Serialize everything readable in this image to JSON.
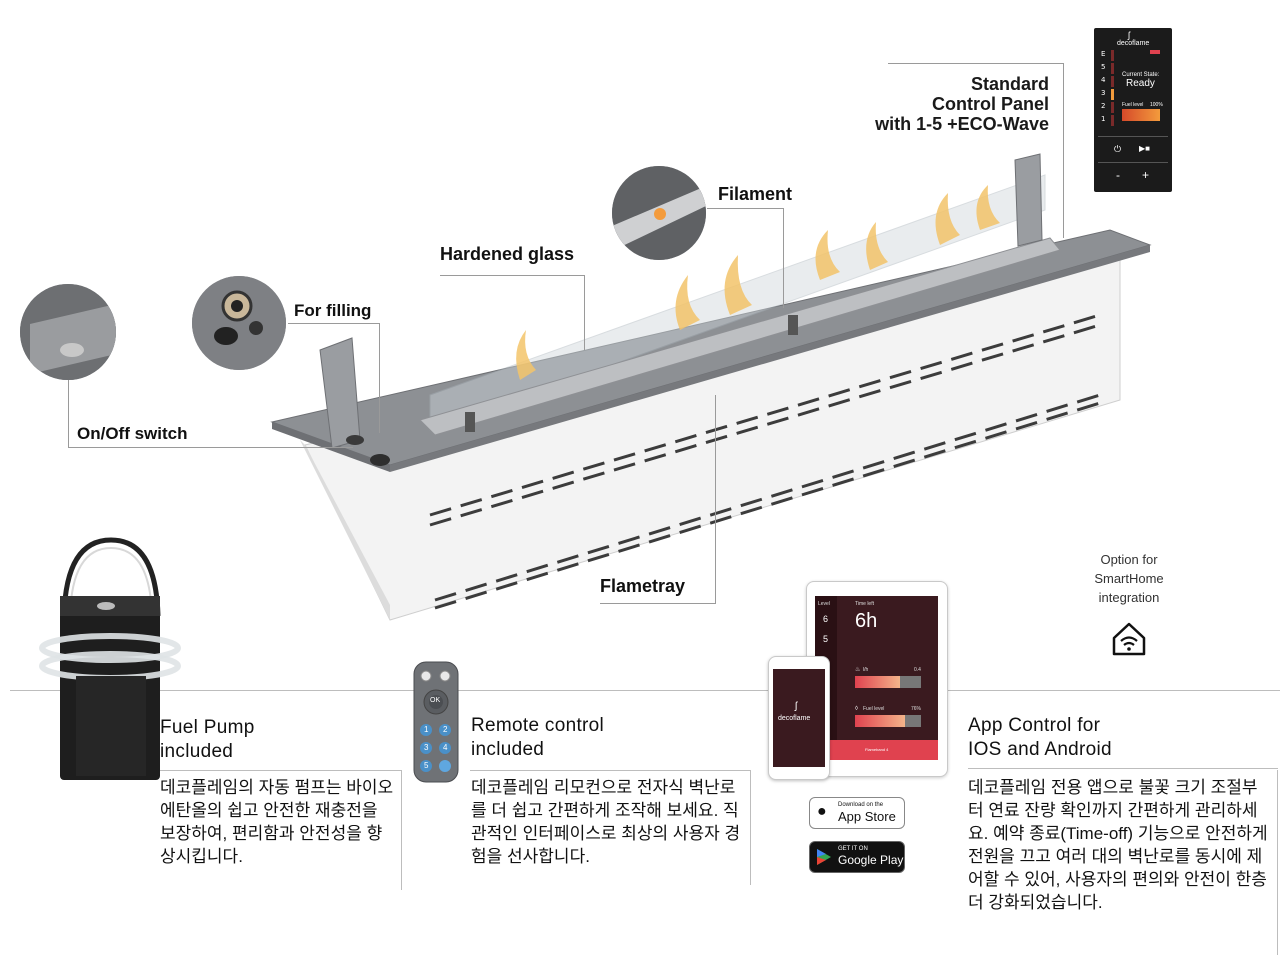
{
  "callouts": {
    "on_off": "On/Off switch",
    "for_filling": "For filling",
    "hardened_glass": "Hardened glass",
    "filament": "Filament",
    "flametray": "Flametray",
    "control_panel_line1": "Standard",
    "control_panel_line2": "Control Panel",
    "control_panel_line3": "with 1-5 +ECO-Wave"
  },
  "control_panel": {
    "brand": "decoflame",
    "levels": [
      "E",
      "5",
      "4",
      "3",
      "2",
      "1"
    ],
    "state_label": "Current State:",
    "state_value": "Ready",
    "fuel_label": "Fuel level",
    "fuel_value": "100%",
    "fuel_fraction": 1.0,
    "minus": "-",
    "plus": "+"
  },
  "smarthome": {
    "text": "Option for SmartHome integration",
    "icon": "smart-home-wifi-icon"
  },
  "features": [
    {
      "title_line1": "Fuel Pump",
      "title_line2": "included",
      "text": "데코플레임의 자동 펌프는 바이오 에탄올의 쉽고 안전한 재충전을 보장하여, 편리함과 안전성을 향상시킵니다."
    },
    {
      "title_line1": "Remote control",
      "title_line2": "included",
      "text": "데코플레임 리모컨으로 전자식 벽난로를 더 쉽고 간편하게 조작해 보세요. 직관적인 인터페이스로 최상의 사용자 경험을 선사합니다."
    },
    {
      "title_line1": "App Control for",
      "title_line2": "IOS and Android",
      "text": "데코플레임 전용 앱으로 불꽃 크기 조절부터 연료 잔량 확인까지 간편하게 관리하세요. 예약 종료(Time-off) 기능으로 안전하게 전원을 끄고 여러 대의 벽난로를 동시에 제어할 수 있어, 사용자의 편의와 안전이 한층 더 강화되었습니다."
    }
  ],
  "tablet_app": {
    "level_label": "Level",
    "levels": [
      "6",
      "5"
    ],
    "time_left_label": "Time left",
    "time_left_value": "6h",
    "rate_label": "l/h",
    "rate_value": "0.4",
    "fuel_label": "Fuel level",
    "fuel_value": "76%",
    "fuel_fraction": 0.76,
    "footer": "Flameband 4"
  },
  "phone_app": {
    "brand": "decoflame"
  },
  "remote": {
    "ok": "OK",
    "buttons": [
      "1",
      "2",
      "3",
      "4",
      "5"
    ]
  },
  "stores": {
    "apple_small": "Download on the",
    "apple_big": "App Store",
    "google_small": "GET IT ON",
    "google_big": "Google Play"
  },
  "colors": {
    "accent_red": "#e0424f",
    "app_bg": "#3a1a1f",
    "flame": "#f3c46a"
  }
}
